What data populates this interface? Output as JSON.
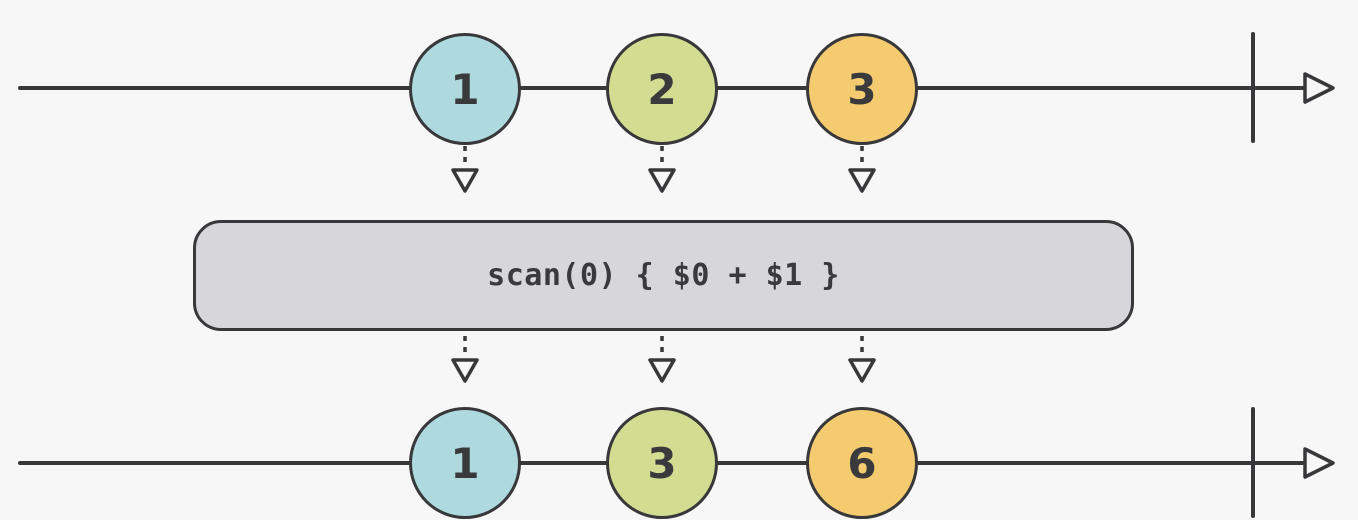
{
  "colors": {
    "background": "#f7f7f7",
    "stroke": "#38383a",
    "marble_blue": "#aed9de",
    "marble_green": "#d2dd92",
    "marble_orange": "#f5cb70",
    "operator_box_fill": "#d7d7db"
  },
  "operator": {
    "label": "scan(0) { $0 + $1 }"
  },
  "input_stream": {
    "completed": true,
    "marbles": [
      {
        "value": "1",
        "fill": "#aed9de"
      },
      {
        "value": "2",
        "fill": "#d2dd92"
      },
      {
        "value": "3",
        "fill": "#f5cb70"
      }
    ]
  },
  "output_stream": {
    "completed": true,
    "marbles": [
      {
        "value": "1",
        "fill": "#aed9de"
      },
      {
        "value": "3",
        "fill": "#d2dd92"
      },
      {
        "value": "6",
        "fill": "#f5cb70"
      }
    ]
  }
}
